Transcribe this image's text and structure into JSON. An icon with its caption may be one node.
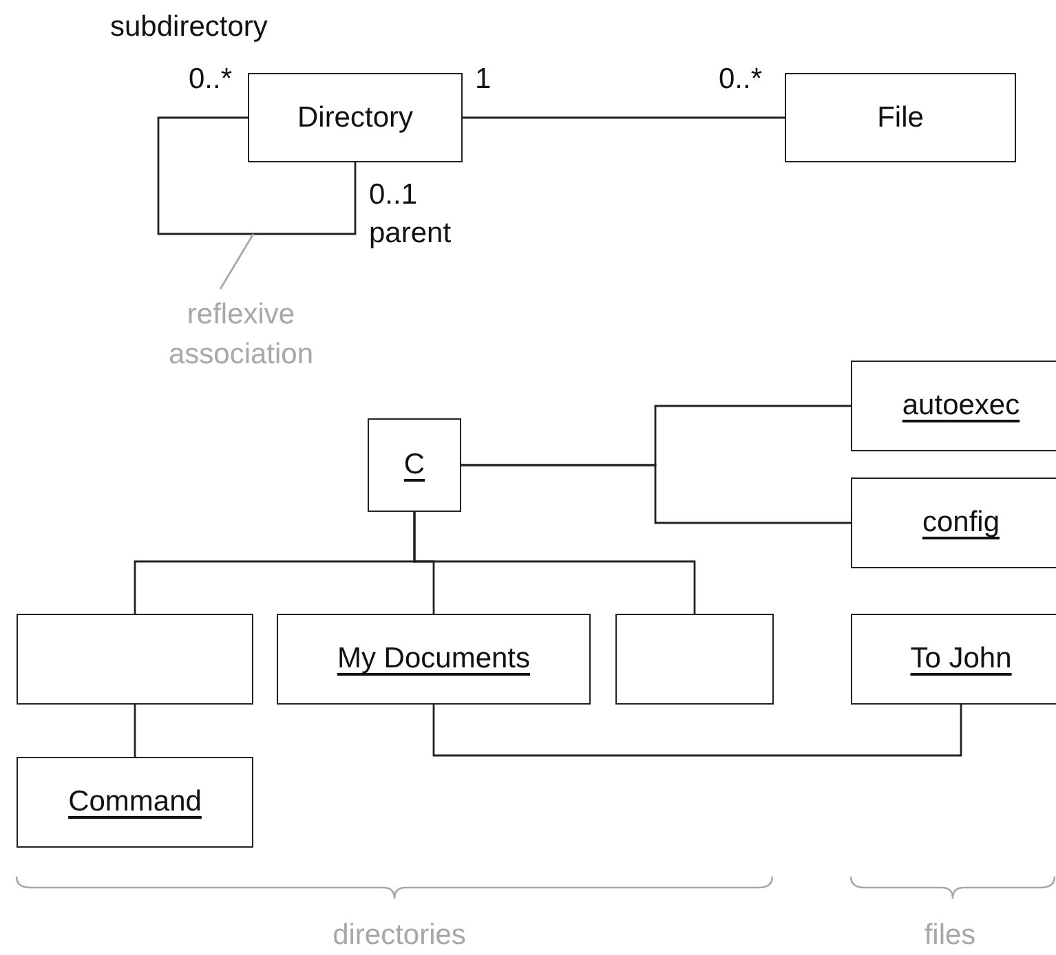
{
  "diagram": {
    "nodes": [
      {
        "text": [
          "Directory"
        ]
      },
      {
        "text": [
          "File"
        ]
      },
      {
        "text": [
          "reflexive association"
        ]
      },
      {
        "text": [
          "C"
        ]
      },
      {
        "text": [
          "autoexec"
        ]
      },
      {
        "text": [
          "config"
        ]
      },
      {
        "text": [],
        "shape": "box"
      },
      {
        "text": [
          "My Documents"
        ]
      },
      {
        "text": [],
        "shape": "box"
      },
      {
        "text": [
          "To John"
        ]
      },
      {
        "text": [
          "Command"
        ]
      }
    ],
    "edges": [
      {
        "from": 0,
        "to": 0,
        "arrow": "none"
      },
      {
        "from": 0,
        "to": 1,
        "arrow": "none"
      },
      {
        "from": 2,
        "to": null,
        "arrow": "none",
        "color": "#a8a8a8"
      },
      {
        "from": 3,
        "to": 4,
        "arrow": "none"
      },
      {
        "from": 3,
        "to": 5,
        "arrow": "none"
      },
      {
        "from": 3,
        "to": 6,
        "arrow": "none"
      },
      {
        "from": 3,
        "to": 7,
        "arrow": "none"
      },
      {
        "from": 3,
        "to": 8,
        "arrow": "none"
      },
      {
        "from": 6,
        "to": 10,
        "arrow": "none"
      },
      {
        "from": 7,
        "to": 9,
        "arrow": "none"
      }
    ],
    "labels": [
      "subdirectory",
      "0..*",
      "1",
      "0..*",
      "0..1",
      "parent",
      "directories",
      "files"
    ]
  }
}
